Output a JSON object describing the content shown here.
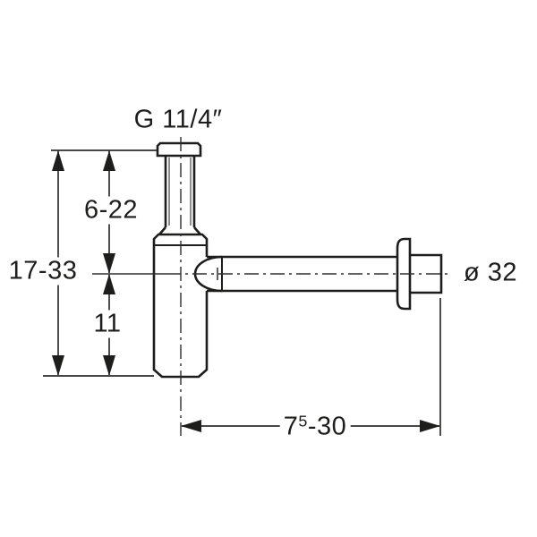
{
  "drawing": {
    "description_labels": {
      "thread_size": "G 11/4″",
      "total_height_range": "17-33",
      "upper_inlet_range": "6-22",
      "lower_height": "11",
      "projection_base": "7",
      "projection_sup": "5",
      "projection_rest": "-30",
      "pipe_diameter": "ø 32"
    },
    "colors": {
      "object_line": "#1d1d1b",
      "dimension_line": "#2e2e2e",
      "background": "#ffffff"
    }
  }
}
